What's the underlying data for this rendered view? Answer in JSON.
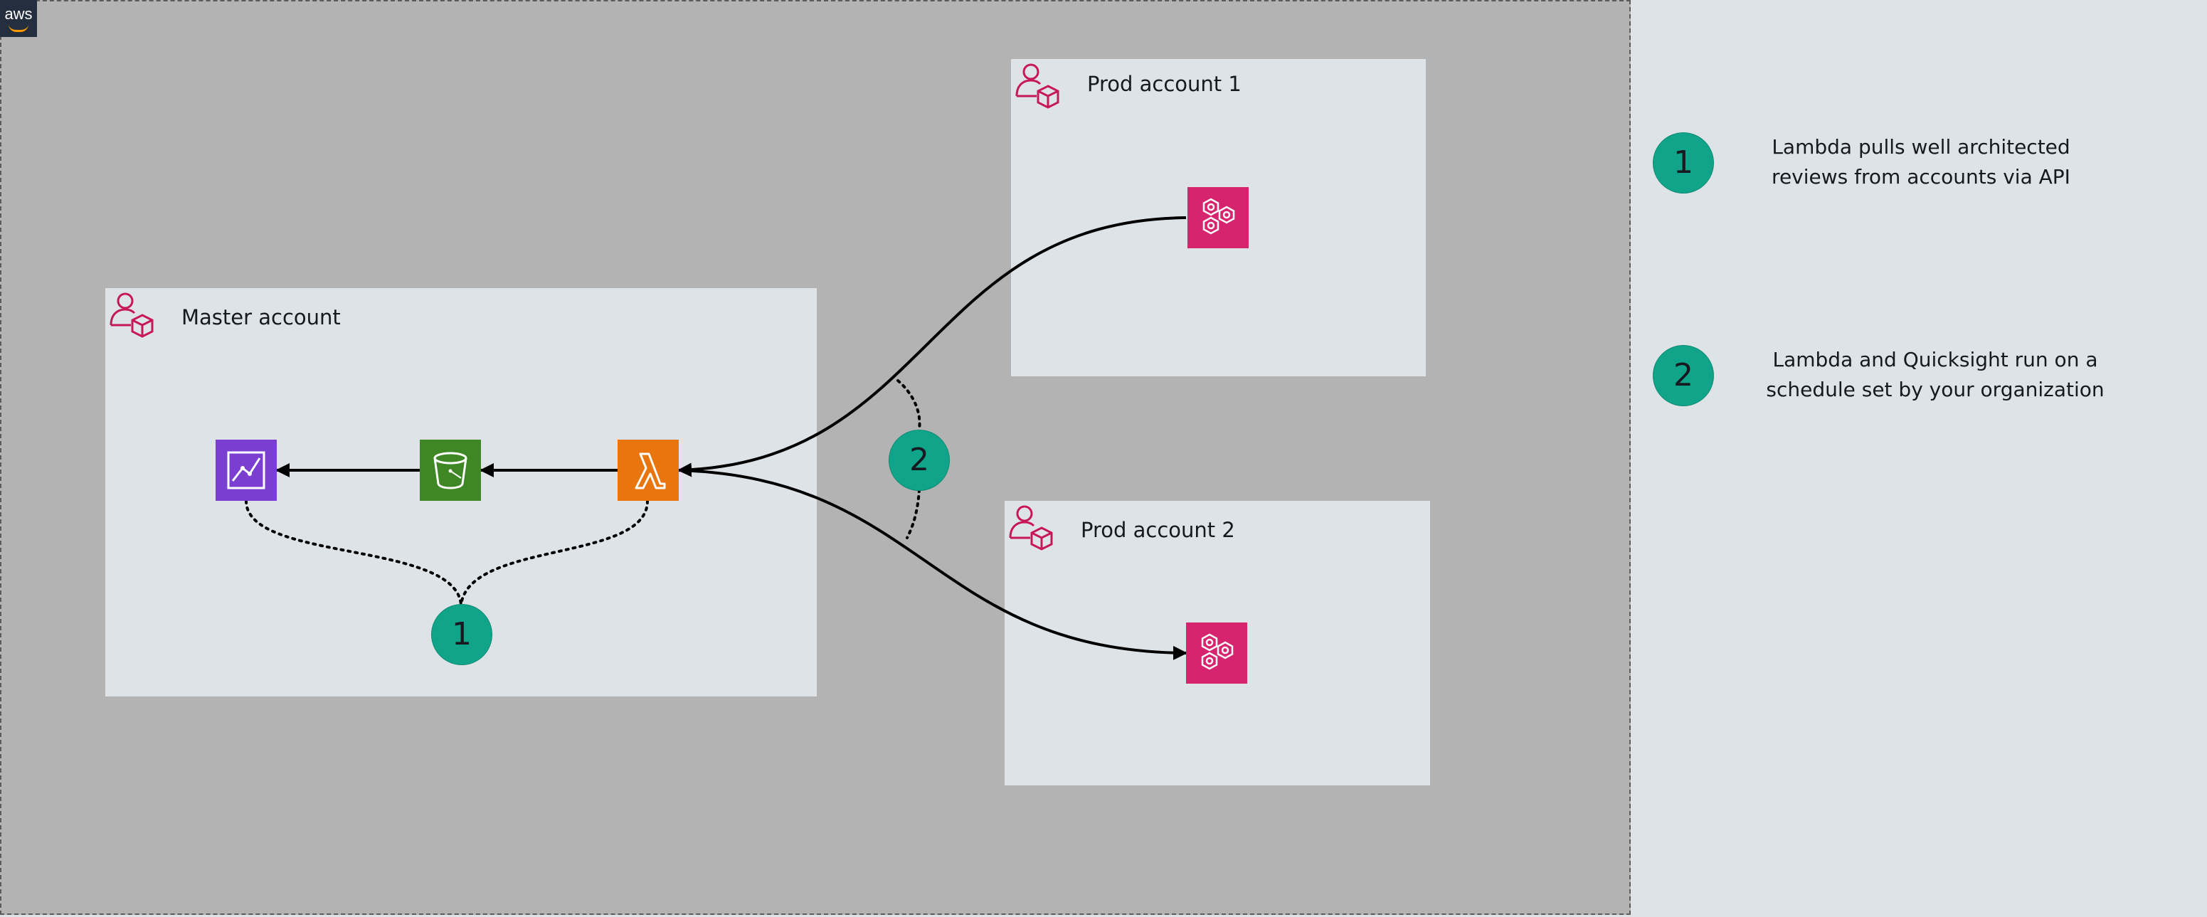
{
  "diagram": {
    "cloud_label": "aws",
    "accounts": {
      "master": {
        "title": "Master account"
      },
      "prod1": {
        "title": "Prod account 1"
      },
      "prod2": {
        "title": "Prod account 2"
      }
    },
    "steps": [
      {
        "number": "1",
        "description": "Lambda pulls well architected reviews from accounts via API"
      },
      {
        "number": "2",
        "description": "Lambda and Quicksight run on a schedule set by your organization"
      }
    ],
    "icons": {
      "quicksight": "quicksight-icon",
      "s3": "s3-bucket-icon",
      "lambda": "lambda-icon",
      "well_architected": "well-architected-tool-icon",
      "account": "account-user-icon"
    },
    "colors": {
      "cloud_bg": "#b3b3b3",
      "panel_bg": "#dee3e8",
      "callout": "#10a58a",
      "quicksight": "#7a3fd1",
      "s3": "#3f8624",
      "lambda": "#e8750d",
      "well_architected": "#d6246e",
      "account_icon": "#c7175b"
    }
  }
}
